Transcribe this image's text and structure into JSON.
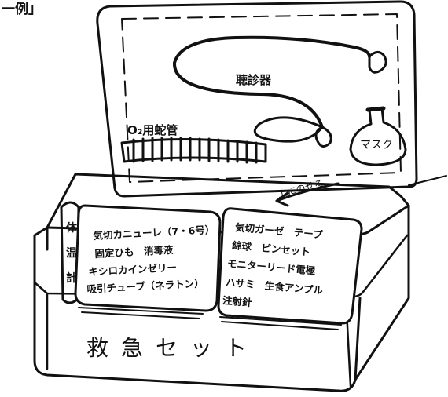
{
  "caption": "一例」",
  "lid": {
    "stethoscope_label": "聴診器",
    "o2_tube_label": "O₂用蛇管",
    "mask_label": "マスク"
  },
  "instruction_label": "上にのせる",
  "thermometer_chars": [
    "体",
    "温",
    "計"
  ],
  "left_card_items": [
    "気切カニューレ（7・6号）",
    "固定ひも　消毒液",
    "キシロカインゼリー",
    "吸引チューブ（ネラトン）"
  ],
  "right_card_items": [
    "気切ガーゼ　テープ",
    "綿球　ピンセット",
    "モニターリード電極",
    "ハサミ　生食アンプル",
    "注射針"
  ],
  "box_title": "救急セット"
}
